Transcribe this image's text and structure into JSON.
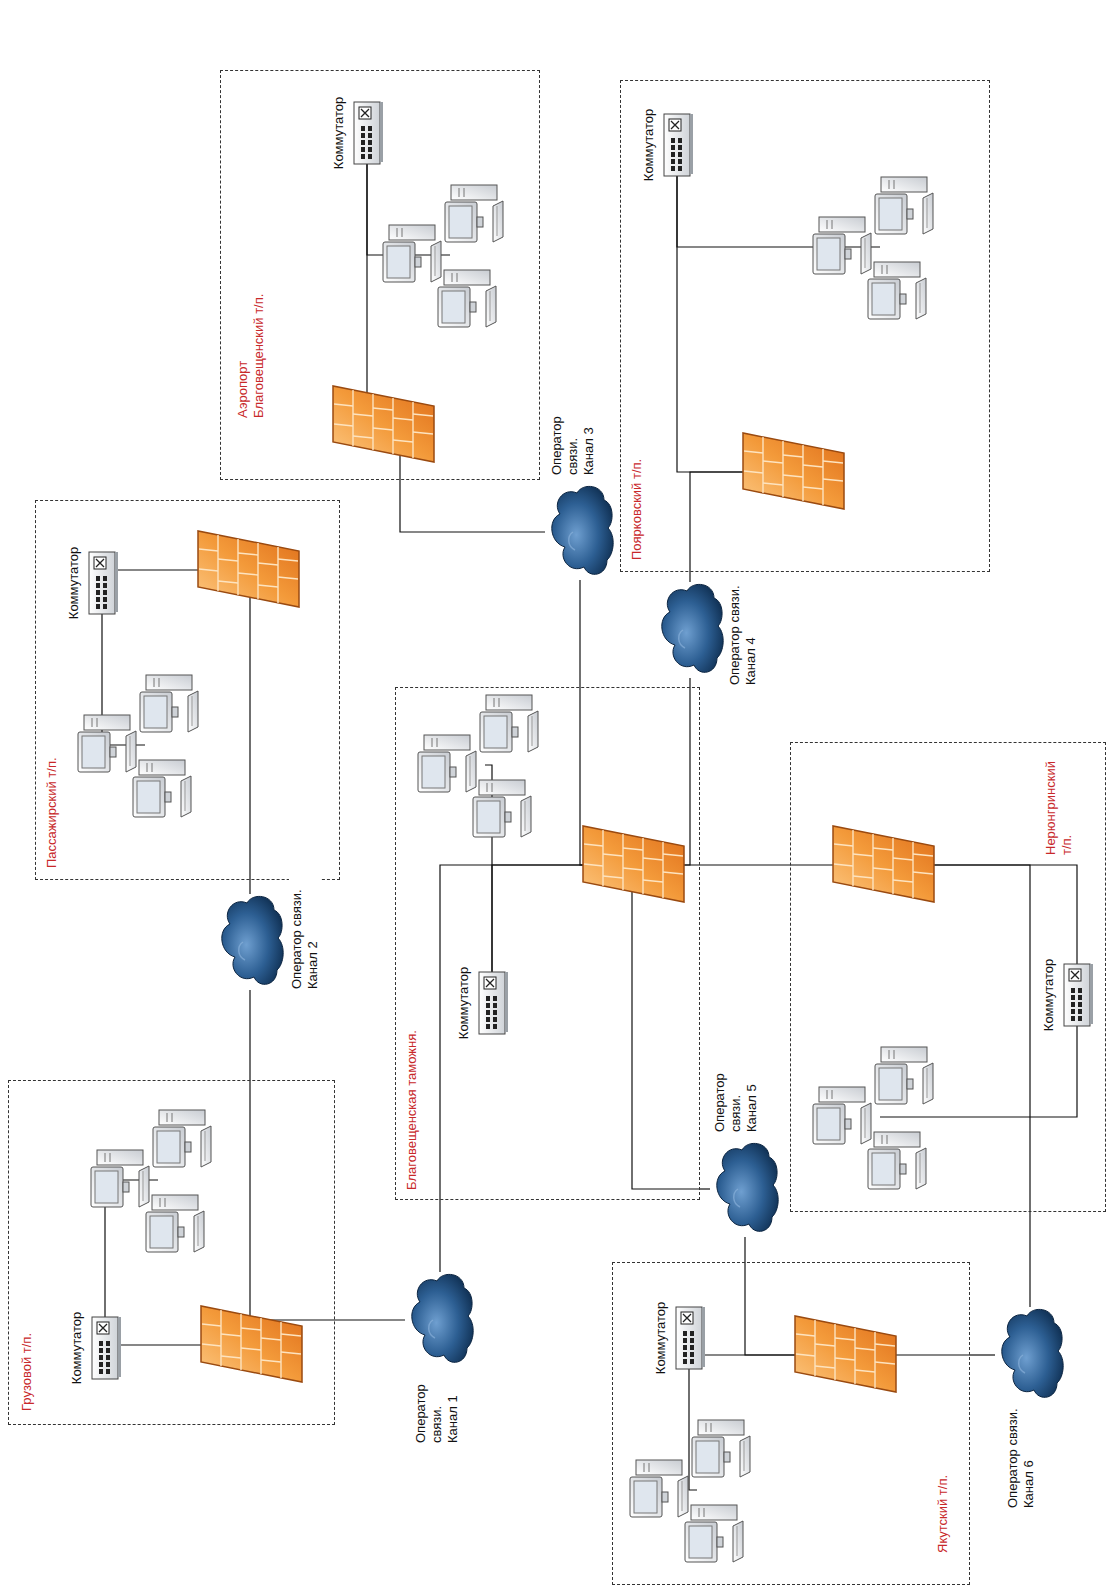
{
  "diagram": {
    "nodes": [
      {
        "text": [
          "Грузовой т/п."
        ]
      },
      {
        "text": [
          "Коммутатор"
        ],
        "in": 0
      },
      {
        "text": [
          "Пассажирский т/п."
        ]
      },
      {
        "text": [
          "Коммутатор"
        ],
        "in": 2
      },
      {
        "text": [
          "Аэропорт Благовещенский т/п."
        ]
      },
      {
        "text": [
          "Коммутатор"
        ],
        "in": 4
      },
      {
        "text": [
          "Благовещенская таможня."
        ]
      },
      {
        "text": [
          "Коммутатор"
        ],
        "in": 6
      },
      {
        "text": [
          "Поярковский т/п."
        ]
      },
      {
        "text": [
          "Коммутатор"
        ],
        "in": 8
      },
      {
        "text": [
          "Якутский т/п."
        ]
      },
      {
        "text": [
          "Коммутатор"
        ],
        "in": 10
      },
      {
        "text": [
          "Нерюнгринский т/п."
        ]
      },
      {
        "text": [
          "Коммутатор"
        ],
        "in": 12
      },
      {
        "text": [
          "Оператор связи. Канал 1"
        ]
      },
      {
        "text": [
          "Оператор связи. Канал 2"
        ]
      },
      {
        "text": [
          "Оператор связи. Канал 3"
        ]
      },
      {
        "text": [
          "Оператор связи. Канал 4"
        ]
      },
      {
        "text": [
          "Оператор связи. Канал 5"
        ]
      },
      {
        "text": [
          "Оператор связи. Канал 6"
        ]
      }
    ],
    "edges": [
      {
        "from": 0,
        "to": 14,
        "arrow": "none"
      },
      {
        "from": 14,
        "to": 6,
        "arrow": "none"
      },
      {
        "from": 0,
        "to": 15,
        "arrow": "none"
      },
      {
        "from": 15,
        "to": 2,
        "arrow": "none"
      },
      {
        "from": 4,
        "to": 16,
        "arrow": "none"
      },
      {
        "from": 16,
        "to": 6,
        "arrow": "none"
      },
      {
        "from": 8,
        "to": 17,
        "arrow": "none"
      },
      {
        "from": 17,
        "to": 6,
        "arrow": "none"
      },
      {
        "from": 6,
        "to": 18,
        "arrow": "none"
      },
      {
        "from": 18,
        "to": 10,
        "arrow": "none"
      },
      {
        "from": 6,
        "to": 12,
        "arrow": "none"
      },
      {
        "from": 12,
        "to": 19,
        "arrow": "none"
      },
      {
        "from": 19,
        "to": 10,
        "arrow": "none"
      }
    ]
  }
}
